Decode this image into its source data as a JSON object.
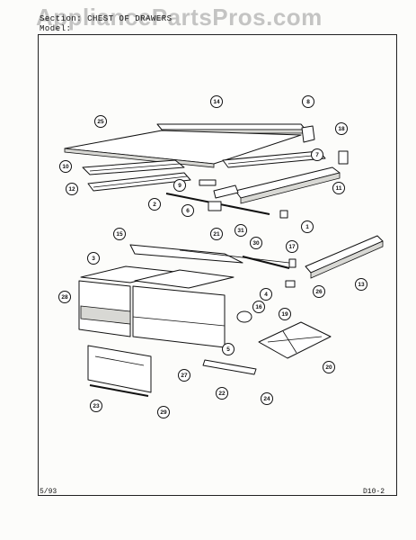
{
  "header": {
    "section_line": "Section:  CHEST OF DRAWERS",
    "model_line": "Model:"
  },
  "watermark": "AppliancePartsPros.com",
  "footer": {
    "date": "5/93",
    "page": "D10-2"
  },
  "callouts": [
    {
      "label": "14"
    },
    {
      "label": "8"
    },
    {
      "label": "25"
    },
    {
      "label": "18"
    },
    {
      "label": "10"
    },
    {
      "label": "7"
    },
    {
      "label": "12"
    },
    {
      "label": "9"
    },
    {
      "label": "11"
    },
    {
      "label": "2"
    },
    {
      "label": "6"
    },
    {
      "label": "1"
    },
    {
      "label": "21"
    },
    {
      "label": "31"
    },
    {
      "label": "15"
    },
    {
      "label": "30"
    },
    {
      "label": "17"
    },
    {
      "label": "3"
    },
    {
      "label": "13"
    },
    {
      "label": "28"
    },
    {
      "label": "26"
    },
    {
      "label": "4"
    },
    {
      "label": "16"
    },
    {
      "label": "19"
    },
    {
      "label": "5"
    },
    {
      "label": "27"
    },
    {
      "label": "20"
    },
    {
      "label": "22"
    },
    {
      "label": "24"
    },
    {
      "label": "23"
    },
    {
      "label": "29"
    }
  ]
}
